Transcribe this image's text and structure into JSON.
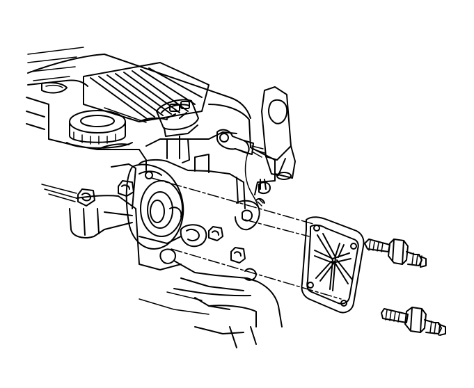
{
  "diagram": {
    "colors": {
      "line": "#000000",
      "background": "#ffffff"
    },
    "parts": [
      {
        "id": "engine-block",
        "icon": "engine-block-icon"
      },
      {
        "id": "ignition-coil-fins",
        "icon": "ignition-coil-icon"
      },
      {
        "id": "electrical-connector",
        "icon": "connector-icon"
      },
      {
        "id": "oil-filler-cap",
        "icon": "cap-icon"
      },
      {
        "id": "mounting-bracket",
        "icon": "bracket-icon"
      },
      {
        "id": "sensor-wiring",
        "icon": "sensor-icon"
      },
      {
        "id": "camshaft-housing-opening",
        "icon": "opening-icon"
      },
      {
        "id": "cover-plate",
        "icon": "cover-plate-icon"
      },
      {
        "id": "upper-stud-bolt",
        "icon": "bolt-icon"
      },
      {
        "id": "lower-stud-bolt",
        "icon": "bolt-icon"
      }
    ]
  }
}
